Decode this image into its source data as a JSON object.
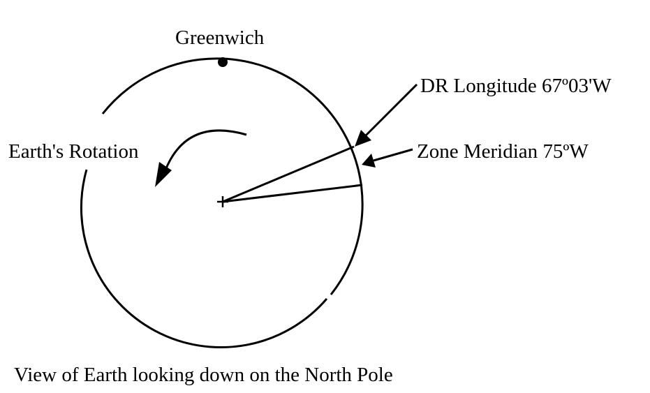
{
  "labels": {
    "greenwich": "Greenwich",
    "dr_longitude": "DR Longitude 67º03'W",
    "zone_meridian": "Zone Meridian 75ºW",
    "rotation": "Earth's Rotation",
    "caption": "View of Earth looking down on the North Pole"
  },
  "colors": {
    "ink": "#000000",
    "background": "#ffffff"
  }
}
